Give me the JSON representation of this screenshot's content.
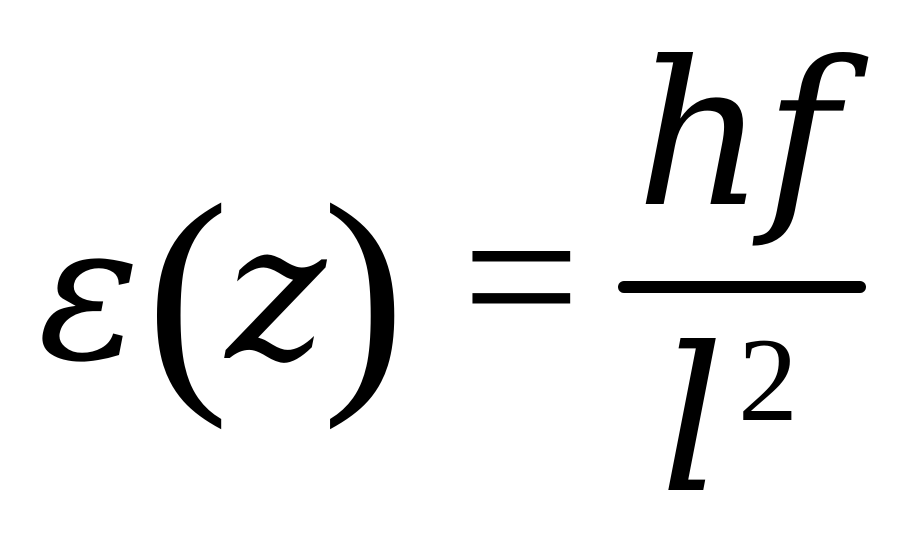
{
  "equation": {
    "lhs": {
      "function_symbol": "ε",
      "open_paren": "(",
      "argument": "z",
      "close_paren": ")"
    },
    "relation": "=",
    "rhs": {
      "numerator": "hf",
      "denominator_base": "l",
      "denominator_exponent": "2"
    }
  }
}
